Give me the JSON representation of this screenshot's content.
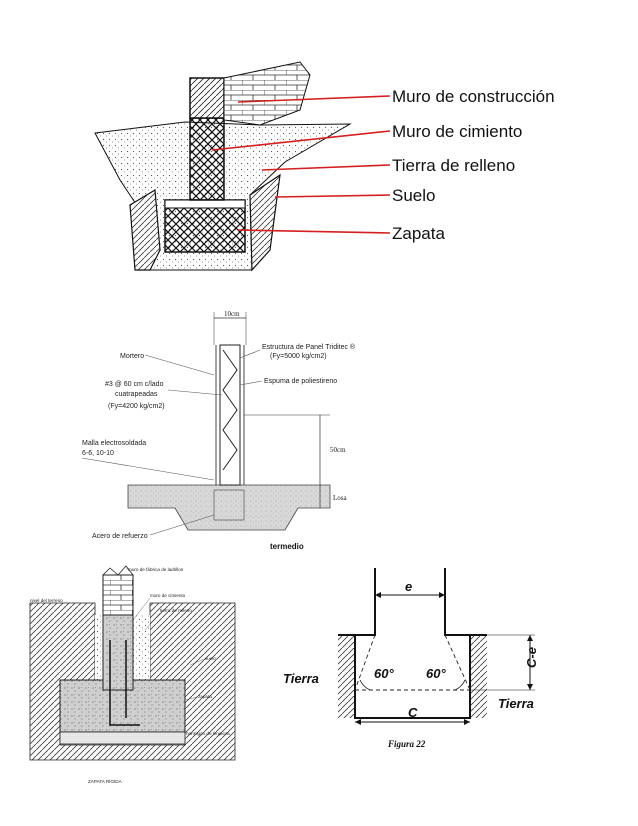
{
  "diagram1": {
    "labels": [
      "Muro de construcción",
      "Muro de cimiento",
      "Tierra de relleno",
      "Suelo",
      "Zapata"
    ],
    "leader_color": "#d42020"
  },
  "diagram2": {
    "dimension_top": "10cm",
    "dimension_side": "50cm",
    "label_losa": "Losa",
    "label_mortero": "Mortero",
    "label_estructura": "Estructura de Panel  Triditec ®",
    "label_estructura_fy": "(Fy=5000 kg/cm2)",
    "label_varilla": "#3 @ 60 cm c/lado",
    "label_varilla_2": "cuatrapeadas",
    "label_varilla_fy": "(Fy=4200 kg/cm2)",
    "label_espuma": "Espuma de poliestireno",
    "label_malla": "Malla electrosoldada",
    "label_malla_2": "6-6, 10-10",
    "label_acero": "Acero de refuerzo",
    "caption_fragment": "termedio"
  },
  "diagram3": {
    "label_muro_fabrica": "muro de fábrica de ladrillos",
    "label_nivel": "nivel del terreno",
    "label_muro_cimiento": "muro de cimiento",
    "label_tierra": "tierra de relleno",
    "label_suelo": "suelo",
    "label_zapata": "zapata",
    "label_hormigon": "hormigón de limpieza",
    "caption": "ZAPATA  RÍGIDA"
  },
  "diagram4": {
    "label_e": "e",
    "label_c": "C",
    "label_ce": "C-e",
    "angle_left": "60°",
    "angle_right": "60°",
    "label_tierra_left": "Tierra",
    "label_tierra_right": "Tierra",
    "caption": "Figura 22"
  }
}
